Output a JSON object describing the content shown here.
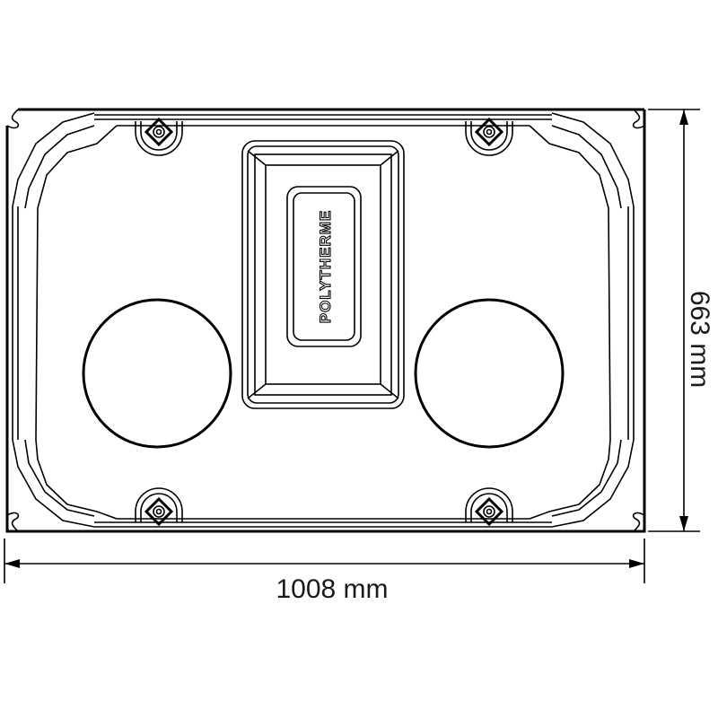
{
  "drawing": {
    "brand_text": "POLYTHERME",
    "width_dimension": "1008 mm",
    "height_dimension": "663 mm",
    "line_color": "#000000",
    "background_color": "#ffffff"
  }
}
